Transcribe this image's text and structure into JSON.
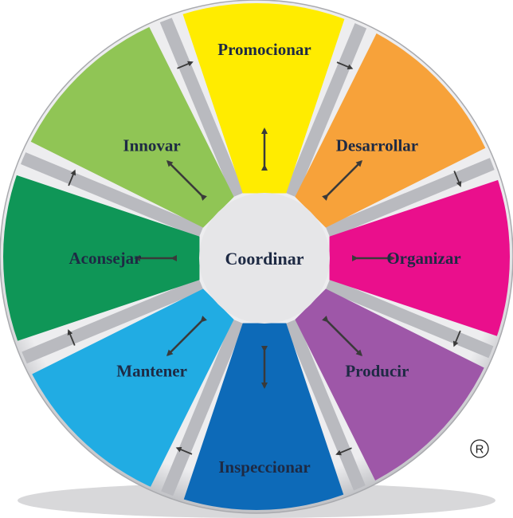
{
  "center": {
    "label": "Coordinar",
    "color": "#e6e6e8"
  },
  "registered_mark": "R",
  "segments": [
    {
      "label": "Promocionar",
      "color": "#ffec00"
    },
    {
      "label": "Desarrollar",
      "color": "#f7a23a"
    },
    {
      "label": "Organizar",
      "color": "#ea0f8c"
    },
    {
      "label": "Producir",
      "color": "#9e57a8"
    },
    {
      "label": "Inspeccionar",
      "color": "#0d6ab8"
    },
    {
      "label": "Mantener",
      "color": "#21ace3"
    },
    {
      "label": "Aconsejar",
      "color": "#0f9657"
    },
    {
      "label": "Innovar",
      "color": "#90c555"
    }
  ],
  "colors": {
    "ring": "#e2e2e4",
    "rim": "#c5c5c9",
    "spoke": "#b9babf",
    "arrow": "#3a3a3a",
    "text": "#1e2a44"
  }
}
